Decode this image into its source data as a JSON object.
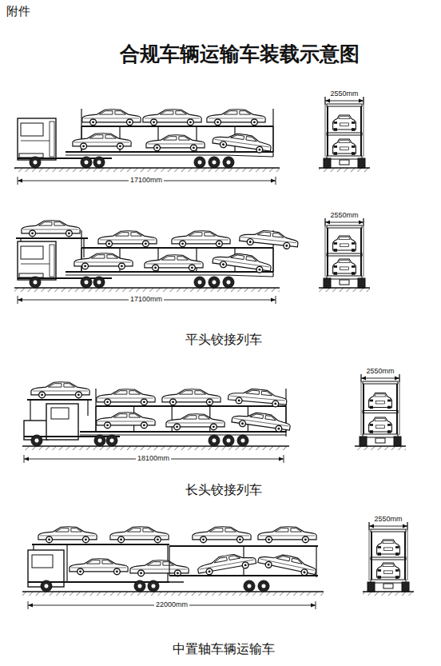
{
  "diagram": {
    "title": "合规车辆运输车装载示意图",
    "labels": [
      "附件",
      "2550mm",
      "17100mm",
      "2550mm",
      "17100mm",
      "平头铰接列车",
      "2550mm",
      "18100mm",
      "长头铰接列车",
      "2550mm",
      "22000mm",
      "中置轴车辆运输车"
    ]
  }
}
